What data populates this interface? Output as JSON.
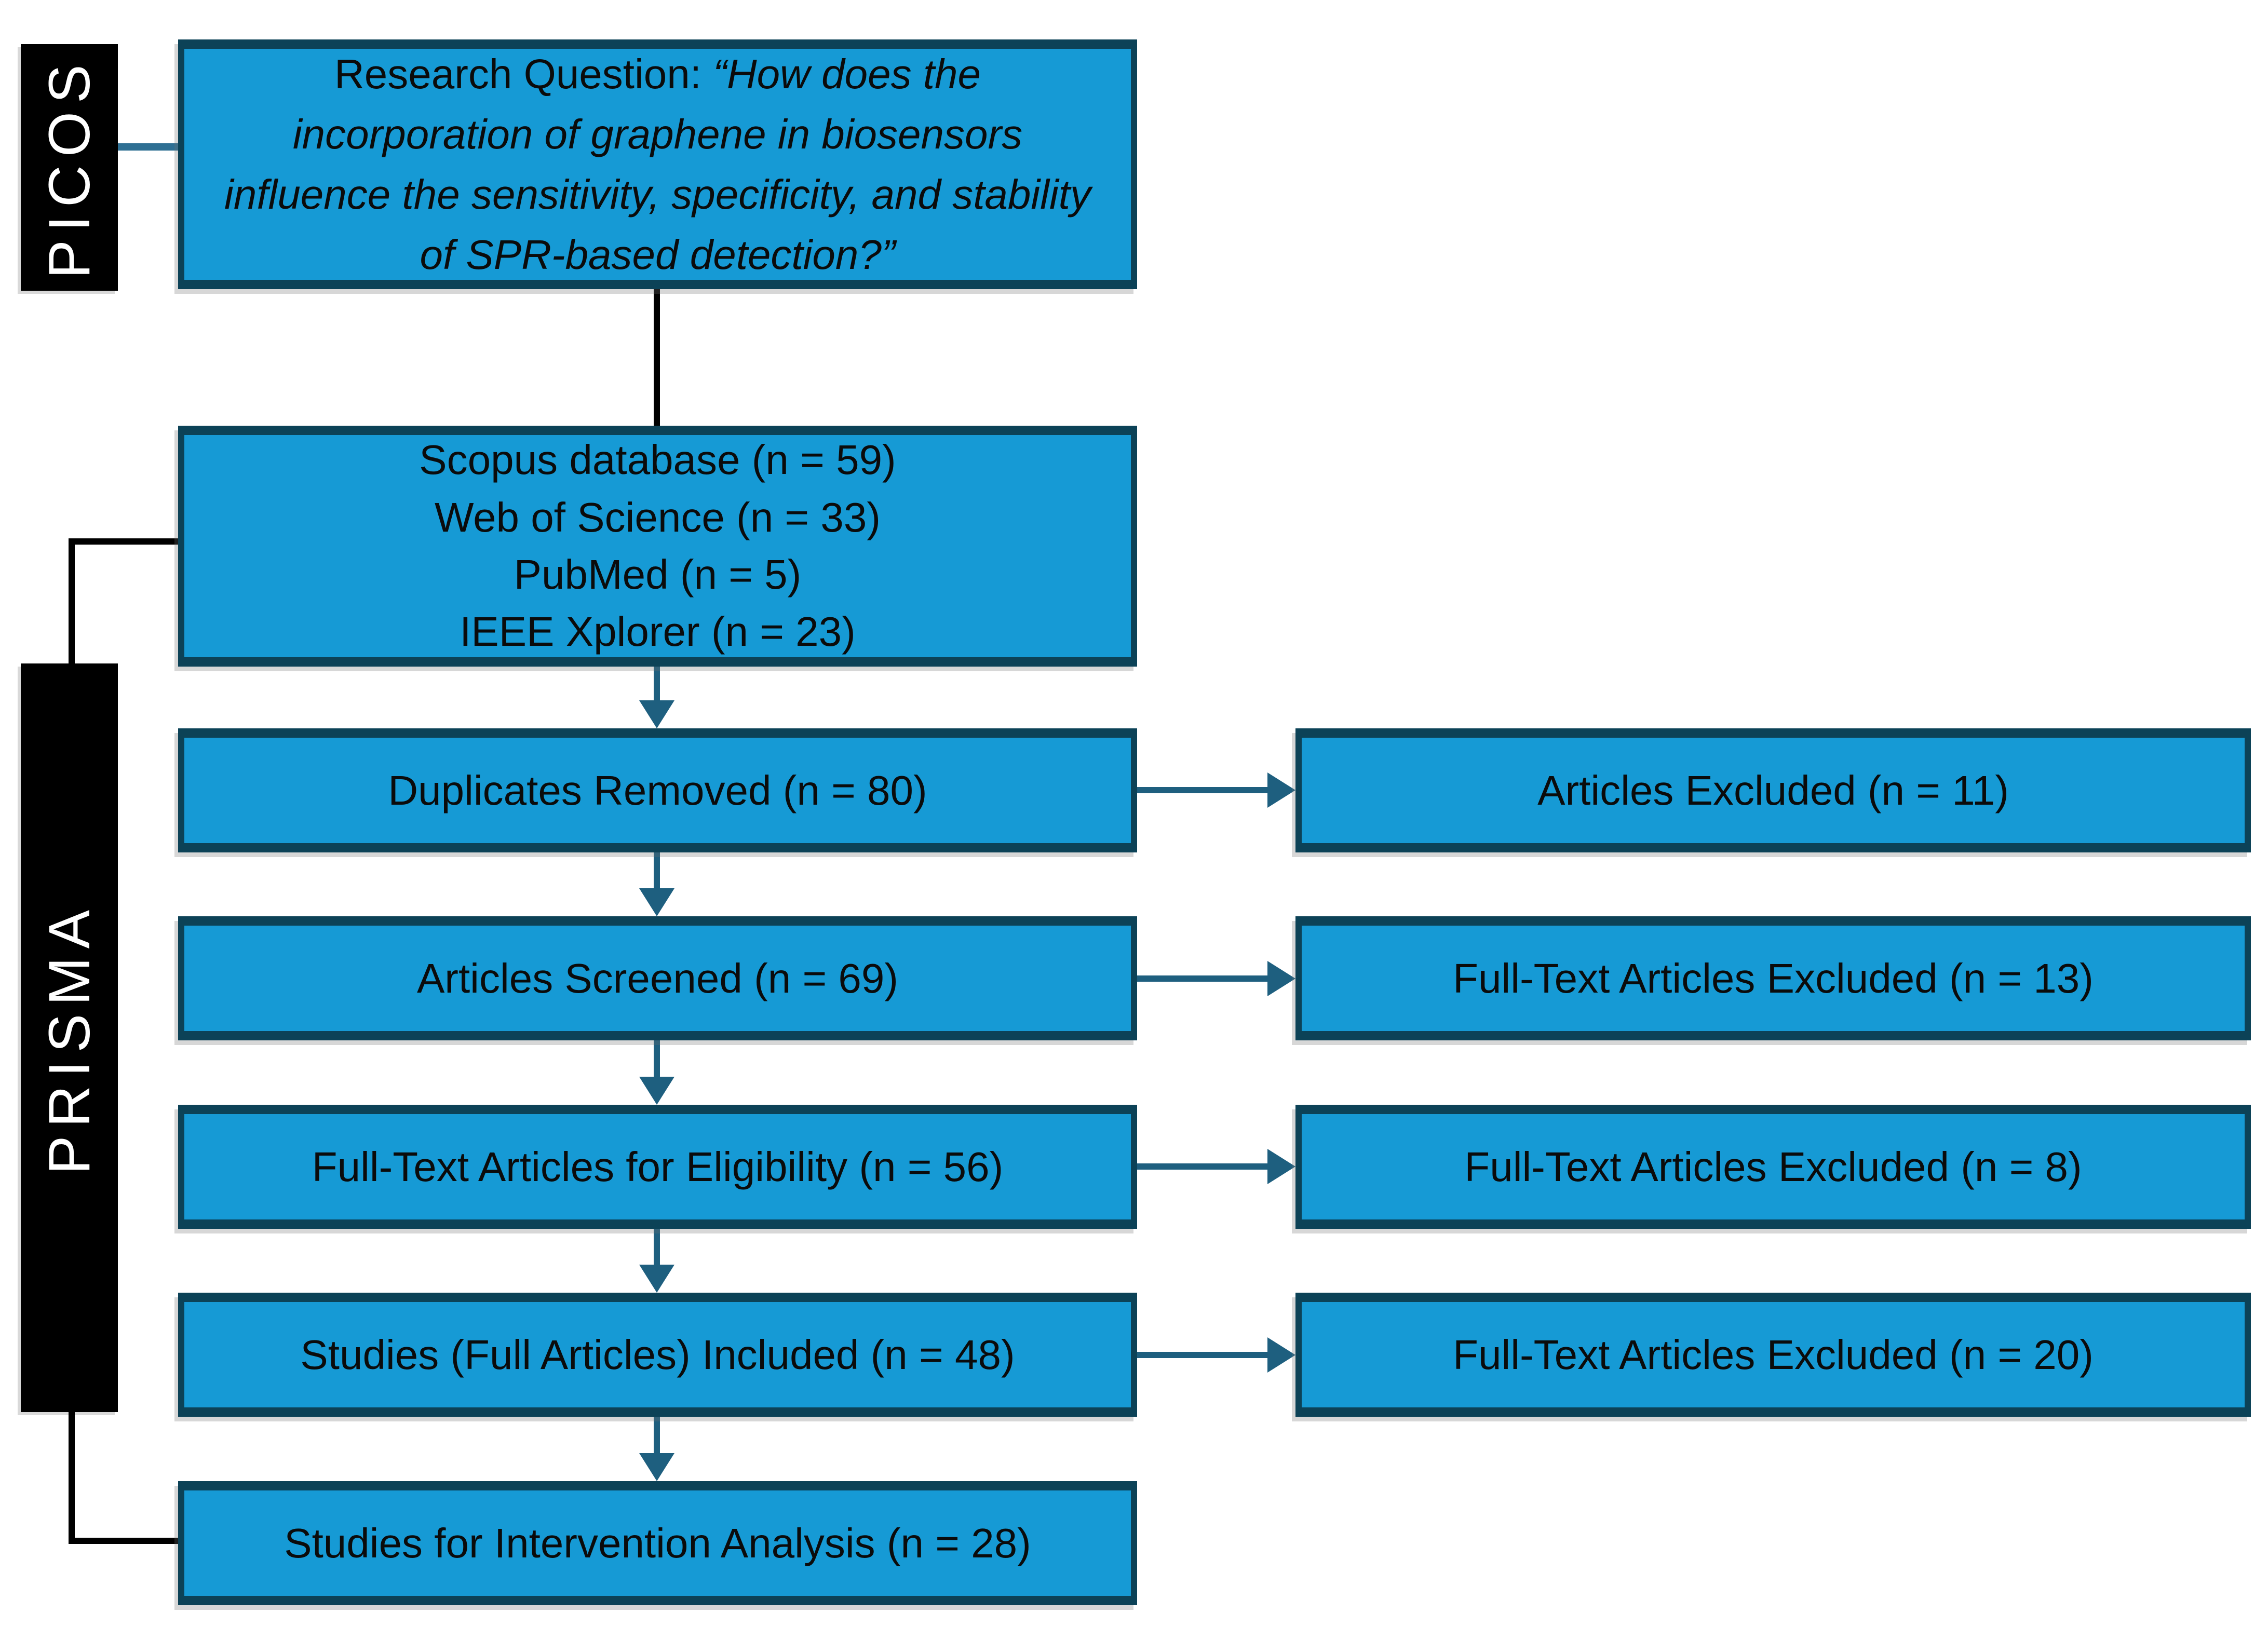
{
  "figure": {
    "side_labels": {
      "picos": "PICOS",
      "prisma": "PRISMA"
    },
    "research_question": {
      "prefix": "Research Question: ",
      "quote": "“How does the incorporation of graphene in biosensors influence the sensitivity, specificity, and stability of SPR-based detection?”"
    },
    "identification": {
      "lines": [
        "Scopus database (n = 59)",
        "Web of Science (n = 33)",
        "PubMed (n = 5)",
        "IEEE Xplorer (n = 23)"
      ]
    },
    "flow": {
      "duplicates_removed": "Duplicates Removed (n = 80)",
      "articles_screened": "Articles Screened (n = 69)",
      "fulltext_eligibility": "Full-Text Articles for Eligibility (n = 56)",
      "studies_included": "Studies (Full Articles) Included (n = 48)",
      "intervention_analysis": "Studies for Intervention Analysis (n = 28)"
    },
    "exclusions": {
      "articles_excluded": "Articles Excluded (n = 11)",
      "fulltext_excluded_screening": "Full-Text Articles Excluded (n = 13)",
      "fulltext_excluded_eligibility": "Full-Text Articles Excluded (n = 8)",
      "fulltext_excluded_included": "Full-Text Articles Excluded (n = 20)"
    },
    "colors": {
      "box_fill": "#169ad5",
      "box_border": "#0c4257",
      "arrow": "#1e5f7f",
      "connector": "#2e6f93",
      "bar_bg": "#000000",
      "bar_text": "#ffffff"
    }
  }
}
